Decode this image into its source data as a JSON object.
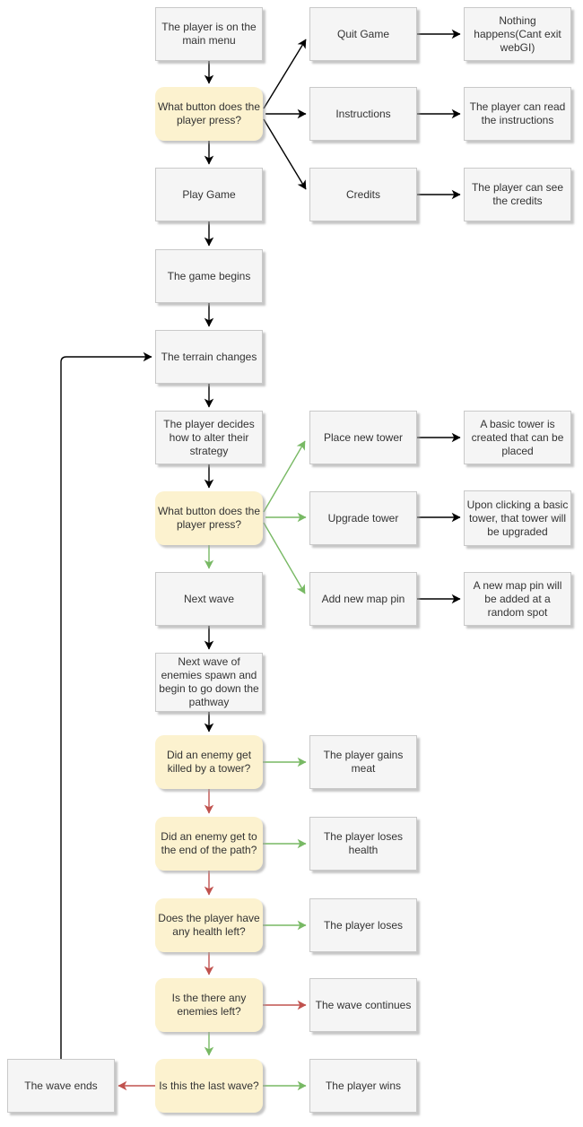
{
  "nodes": {
    "main_menu": "The player is on the main menu",
    "press_q1": "What button does the player press?",
    "play_game": "Play Game",
    "quit_game": "Quit Game",
    "instructions": "Instructions",
    "credits": "Credits",
    "nothing_happens": "Nothing happens(Cant exit webGI)",
    "read_instructions": "The player can read the instructions",
    "see_credits": "The player can see the credits",
    "game_begins": "The game begins",
    "terrain_changes": "The terrain changes",
    "player_decides": "The player decides how to alter their strategy",
    "press_q2": "What button does the player press?",
    "place_tower": "Place new tower",
    "upgrade_tower": "Upgrade tower",
    "next_wave": "Next wave",
    "add_map_pin": "Add new map pin",
    "basic_tower_created": "A basic tower is created that can be placed",
    "tower_upgraded": "Upon clicking a basic tower, that tower will be upgraded",
    "map_pin_added": "A new map pin will be added at a random spot",
    "enemies_spawn": "Next wave of enemies spawn and begin to go down the pathway",
    "enemy_killed_q": "Did an enemy get killed by a tower?",
    "gains_meat": "The player gains meat",
    "enemy_end_q": "Did an enemy get to the end of the path?",
    "loses_health": "The player loses health",
    "health_left_q": "Does the player have any health left?",
    "player_loses": "The player loses",
    "enemies_left_q": "Is the there any enemies left?",
    "wave_continues": "The wave continues",
    "last_wave_q": "Is this the last wave?",
    "player_wins": "The player wins",
    "wave_ends": "The wave ends"
  },
  "edges": [
    {
      "from": "main_menu",
      "to": "press_q1",
      "color": "black"
    },
    {
      "from": "press_q1",
      "to": "quit_game",
      "color": "black"
    },
    {
      "from": "press_q1",
      "to": "instructions",
      "color": "black"
    },
    {
      "from": "press_q1",
      "to": "credits",
      "color": "black"
    },
    {
      "from": "press_q1",
      "to": "play_game",
      "color": "black"
    },
    {
      "from": "quit_game",
      "to": "nothing_happens",
      "color": "black"
    },
    {
      "from": "instructions",
      "to": "read_instructions",
      "color": "black"
    },
    {
      "from": "credits",
      "to": "see_credits",
      "color": "black"
    },
    {
      "from": "play_game",
      "to": "game_begins",
      "color": "black"
    },
    {
      "from": "game_begins",
      "to": "terrain_changes",
      "color": "black"
    },
    {
      "from": "terrain_changes",
      "to": "player_decides",
      "color": "black"
    },
    {
      "from": "player_decides",
      "to": "press_q2",
      "color": "black"
    },
    {
      "from": "press_q2",
      "to": "place_tower",
      "color": "green"
    },
    {
      "from": "press_q2",
      "to": "upgrade_tower",
      "color": "green"
    },
    {
      "from": "press_q2",
      "to": "add_map_pin",
      "color": "green"
    },
    {
      "from": "press_q2",
      "to": "next_wave",
      "color": "green"
    },
    {
      "from": "place_tower",
      "to": "basic_tower_created",
      "color": "black"
    },
    {
      "from": "upgrade_tower",
      "to": "tower_upgraded",
      "color": "black"
    },
    {
      "from": "add_map_pin",
      "to": "map_pin_added",
      "color": "black"
    },
    {
      "from": "next_wave",
      "to": "enemies_spawn",
      "color": "black"
    },
    {
      "from": "enemies_spawn",
      "to": "enemy_killed_q",
      "color": "black"
    },
    {
      "from": "enemy_killed_q",
      "to": "gains_meat",
      "color": "green"
    },
    {
      "from": "enemy_killed_q",
      "to": "enemy_end_q",
      "color": "red"
    },
    {
      "from": "enemy_end_q",
      "to": "loses_health",
      "color": "green"
    },
    {
      "from": "enemy_end_q",
      "to": "health_left_q",
      "color": "red"
    },
    {
      "from": "health_left_q",
      "to": "player_loses",
      "color": "green"
    },
    {
      "from": "health_left_q",
      "to": "enemies_left_q",
      "color": "red"
    },
    {
      "from": "enemies_left_q",
      "to": "wave_continues",
      "color": "red"
    },
    {
      "from": "enemies_left_q",
      "to": "last_wave_q",
      "color": "green"
    },
    {
      "from": "last_wave_q",
      "to": "player_wins",
      "color": "green"
    },
    {
      "from": "last_wave_q",
      "to": "wave_ends",
      "color": "red"
    },
    {
      "from": "wave_ends",
      "to": "terrain_changes",
      "color": "black"
    }
  ],
  "colors": {
    "edge_black": "#000000",
    "edge_green": "#78b964",
    "edge_red": "#c0524e",
    "decision_fill": "#fcf2cf",
    "process_fill": "#f5f5f5",
    "process_border": "#c9c9c9",
    "text": "#333333",
    "background": "#ffffff"
  }
}
